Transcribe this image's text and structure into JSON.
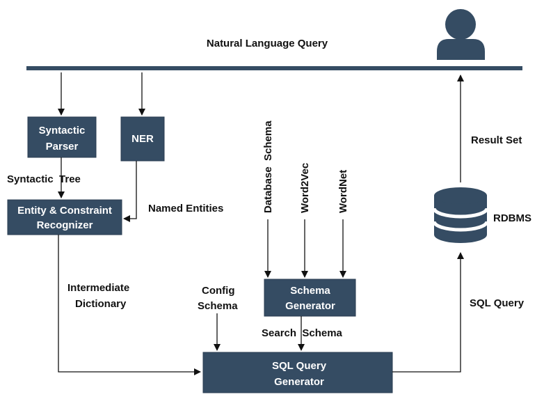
{
  "header": {
    "query_label": "Natural Language Query"
  },
  "nodes": {
    "syntactic_parser": [
      "Syntactic",
      "Parser"
    ],
    "ner": [
      "NER"
    ],
    "entity_recognizer": [
      "Entity & Constraint",
      "Recognizer"
    ],
    "schema_generator": [
      "Schema",
      "Generator"
    ],
    "sql_generator": [
      "SQL Query",
      "Generator"
    ],
    "rdbms": "RDBMS"
  },
  "edge_labels": {
    "syntactic_tree": "Syntactic  Tree",
    "named_entities": "Named Entities",
    "intermediate_dictionary": [
      "Intermediate",
      "Dictionary"
    ],
    "config_schema": [
      "Config",
      "Schema"
    ],
    "search_schema": "Search  Schema",
    "sql_query": "SQL Query",
    "result_set": "Result Set",
    "database_schema": "Database  Schema",
    "word2vec": "Word2Vec",
    "wordnet": "WordNet"
  },
  "colors": {
    "box_fill": "#354c63",
    "line": "#111111",
    "bar": "#354c63"
  },
  "icons": {
    "user": "user-icon",
    "database": "database-icon"
  }
}
